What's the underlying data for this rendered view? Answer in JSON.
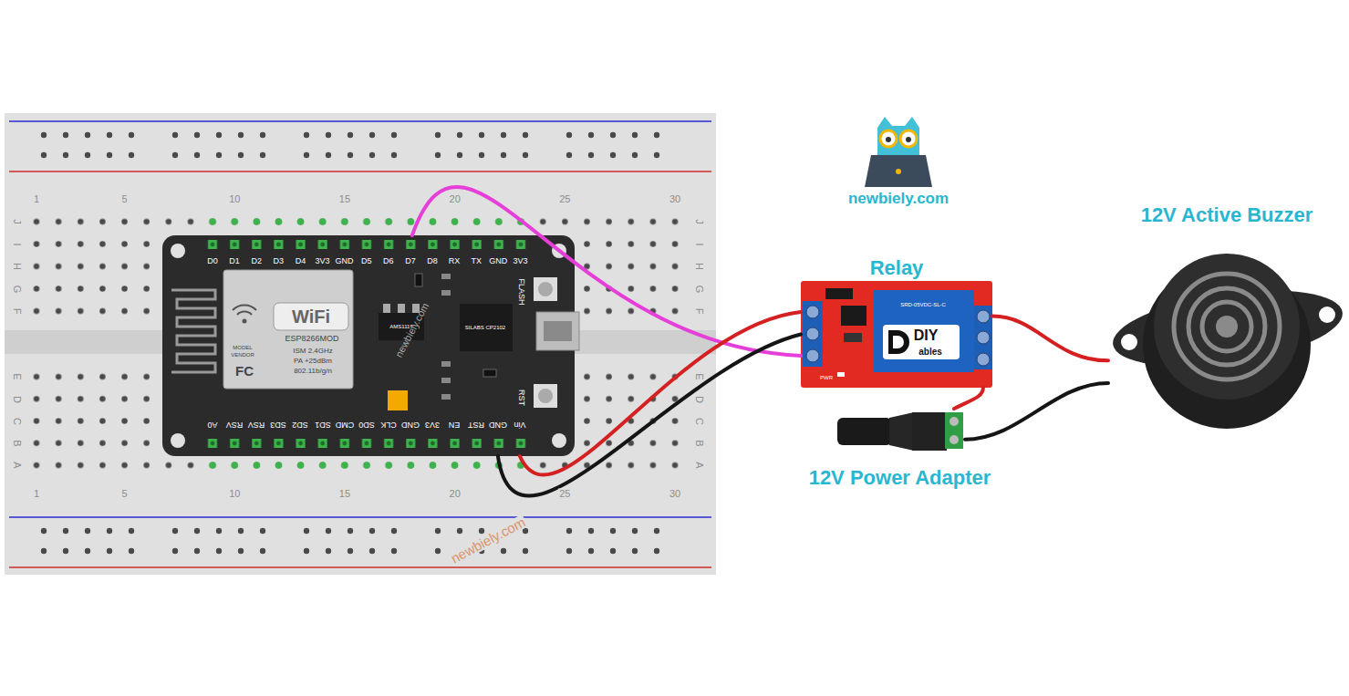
{
  "diagram": {
    "nodes": [
      {
        "text": [
          "ESP8266MOD"
        ]
      },
      {
        "text": [
          "Relay"
        ]
      },
      {
        "text": [
          "12V Active Buzzer"
        ]
      },
      {
        "text": [
          "12V Power Adapter"
        ]
      }
    ],
    "edges": [
      {
        "from": 0,
        "to": 1,
        "arrow": "none"
      },
      {
        "from": 0,
        "to": 1,
        "arrow": "none"
      },
      {
        "from": 0,
        "to": 1,
        "arrow": "none"
      },
      {
        "from": 1,
        "to": 2,
        "arrow": "none"
      },
      {
        "from": 3,
        "to": 1,
        "arrow": "none"
      },
      {
        "from": 3,
        "to": 2,
        "arrow": "none"
      }
    ],
    "labels": [
      "1",
      "5",
      "10",
      "15",
      "20",
      "25",
      "30",
      "1",
      "5",
      "10",
      "15",
      "20",
      "25",
      "30",
      "J",
      "I",
      "H",
      "G",
      "F",
      "E",
      "D",
      "C",
      "B",
      "A",
      "J",
      "I",
      "H",
      "G",
      "F",
      "E",
      "D",
      "C",
      "B",
      "A",
      "D0",
      "D1",
      "D2",
      "D3",
      "D4",
      "3V3",
      "GND",
      "D5",
      "D6",
      "D7",
      "D8",
      "RX",
      "TX",
      "GND",
      "3V3",
      "A0",
      "RSV",
      "RSV",
      "SD3",
      "SD2",
      "SD1",
      "CMD",
      "SD0",
      "CLK",
      "GND",
      "3V3",
      "EN",
      "RST",
      "GND",
      "Vin",
      "WiFi",
      "MODEL",
      "VENDOR",
      "FC",
      "ISM 2.4GHz",
      "PA +25dBm",
      "802.11b/g/n",
      "AMS1117",
      "SILABS CP2102",
      "FLASH",
      "RST",
      "DIY",
      "ables",
      "SRD-05VDC-SL-C",
      "PWR",
      "newbiely.com",
      "newbiely.com",
      "newbiely.com"
    ]
  }
}
